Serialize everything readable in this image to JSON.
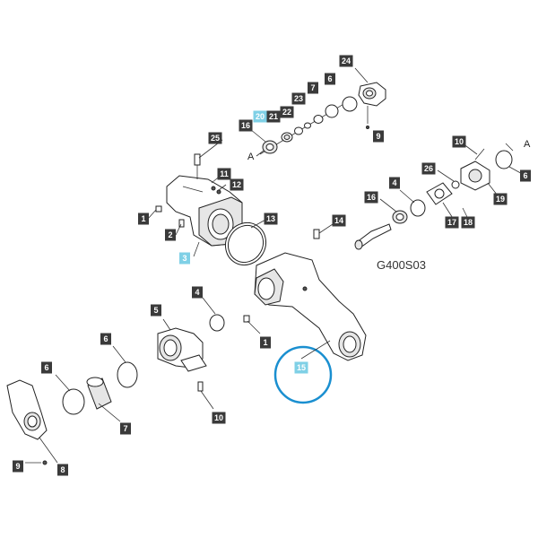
{
  "diagram": {
    "code": "G400S03",
    "letter_a": "A",
    "accent_color": "#7fd0e6",
    "circle_color": "#1a8fd0",
    "labels": [
      {
        "id": "24a",
        "text": "24"
      },
      {
        "id": "6a",
        "text": "6"
      },
      {
        "id": "7a",
        "text": "7"
      },
      {
        "id": "23a",
        "text": "23"
      },
      {
        "id": "20a",
        "text": "20",
        "highlight": true
      },
      {
        "id": "21a",
        "text": "21"
      },
      {
        "id": "22a",
        "text": "22"
      },
      {
        "id": "16a",
        "text": "16"
      },
      {
        "id": "9a",
        "text": "9"
      },
      {
        "id": "25a",
        "text": "25"
      },
      {
        "id": "11a",
        "text": "11"
      },
      {
        "id": "12a",
        "text": "12"
      },
      {
        "id": "10a",
        "text": "10"
      },
      {
        "id": "26a",
        "text": "26"
      },
      {
        "id": "19a",
        "text": "19"
      },
      {
        "id": "6b",
        "text": "6"
      },
      {
        "id": "16b",
        "text": "16"
      },
      {
        "id": "4a",
        "text": "4"
      },
      {
        "id": "17a",
        "text": "17"
      },
      {
        "id": "18a",
        "text": "18"
      },
      {
        "id": "1a",
        "text": "1"
      },
      {
        "id": "13a",
        "text": "13"
      },
      {
        "id": "14a",
        "text": "14"
      },
      {
        "id": "2a",
        "text": "2"
      },
      {
        "id": "3a",
        "text": "3",
        "highlight": true
      },
      {
        "id": "4b",
        "text": "4"
      },
      {
        "id": "5a",
        "text": "5"
      },
      {
        "id": "1b",
        "text": "1"
      },
      {
        "id": "6c",
        "text": "6"
      },
      {
        "id": "15a",
        "text": "15",
        "highlight": true
      },
      {
        "id": "6d",
        "text": "6"
      },
      {
        "id": "7b",
        "text": "7"
      },
      {
        "id": "10b",
        "text": "10"
      },
      {
        "id": "9b",
        "text": "9"
      },
      {
        "id": "8a",
        "text": "8"
      }
    ]
  }
}
